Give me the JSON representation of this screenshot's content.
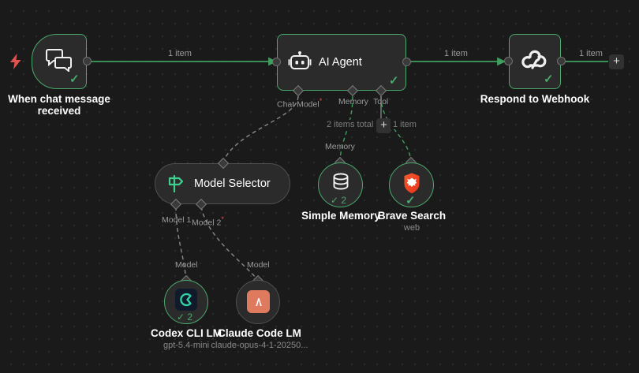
{
  "canvas": {
    "background_color": "#1a1a1a",
    "grid_dot_color": "#2e2e2e",
    "accent_color": "#4aa96c",
    "required_marker_color": "#e0534f"
  },
  "trigger_indicator": {
    "icon": "lightning-bolt-icon",
    "color": "#e0534f"
  },
  "nodes": {
    "chat_trigger": {
      "title_line1": "When chat message",
      "title_line2": "received",
      "icon": "chat-bubbles-icon",
      "status": "success"
    },
    "ai_agent": {
      "title": "AI Agent",
      "icon": "robot-icon",
      "status": "success"
    },
    "respond_webhook": {
      "title": "Respond to Webhook",
      "icon": "webhook-icon",
      "status": "success"
    },
    "model_selector": {
      "title": "Model Selector",
      "icon": "signpost-icon",
      "status": "idle"
    },
    "simple_memory": {
      "title": "Simple Memory",
      "icon": "database-icon",
      "status": "success",
      "run_count": "2"
    },
    "brave_search": {
      "title": "Brave Search",
      "subtitle": "web",
      "icon": "brave-lion-icon",
      "status": "success"
    },
    "codex_cli_lm": {
      "title": "Codex CLI LM",
      "subtitle": "gpt-5.4-mini",
      "icon": "codex-icon",
      "status": "success",
      "run_count": "2"
    },
    "claude_code_lm": {
      "title": "Claude Code LM",
      "subtitle": "claude-opus-4-1-20250...",
      "icon": "anthropic-icon",
      "status": "idle"
    }
  },
  "connection_labels": {
    "trigger_to_agent": "1 item",
    "agent_to_webhook": "1 item",
    "webhook_out": "1 item",
    "memory_items": "2 items total",
    "tool_items": "1 item"
  },
  "ports": {
    "chat_model": "Chat Model",
    "chat_model_required": "*",
    "memory": "Memory",
    "tool": "Tool",
    "memory_sub": "Memory",
    "model_1": "Model 1",
    "model_2": "Model 2",
    "model_2_required": "*",
    "model_left": "Model",
    "model_right": "Model"
  },
  "buttons": {
    "add_node": "+",
    "add_tool": "+"
  }
}
